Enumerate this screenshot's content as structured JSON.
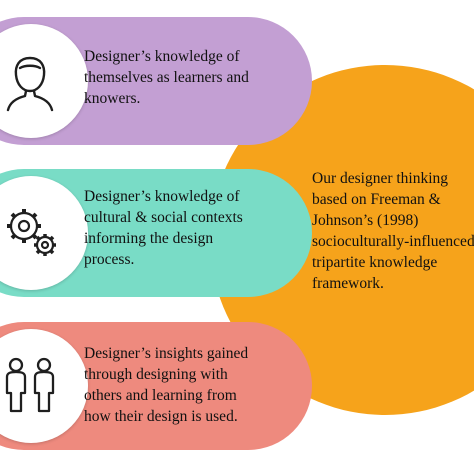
{
  "diagram": {
    "center": {
      "text": "Our designer thinking\nbased on Freeman &\nJohnson’s (1998)\nsocioculturally-influenced\ntripartite knowledge\nframework."
    },
    "items": [
      {
        "icon": "person-head-icon",
        "text": "Designer’s knowledge of\nthemselves as learners and\nknowers.",
        "color": "#c39fd3"
      },
      {
        "icon": "gears-icon",
        "text": "Designer’s knowledge of\ncultural & social contexts\ninforming the design\nprocess.",
        "color": "#79dcc6"
      },
      {
        "icon": "two-people-icon",
        "text": "Designer’s insights gained\nthrough designing with\nothers and learning from\nhow their design is used.",
        "color": "#ee8a7e"
      }
    ],
    "circle_color": "#f6a31b"
  }
}
